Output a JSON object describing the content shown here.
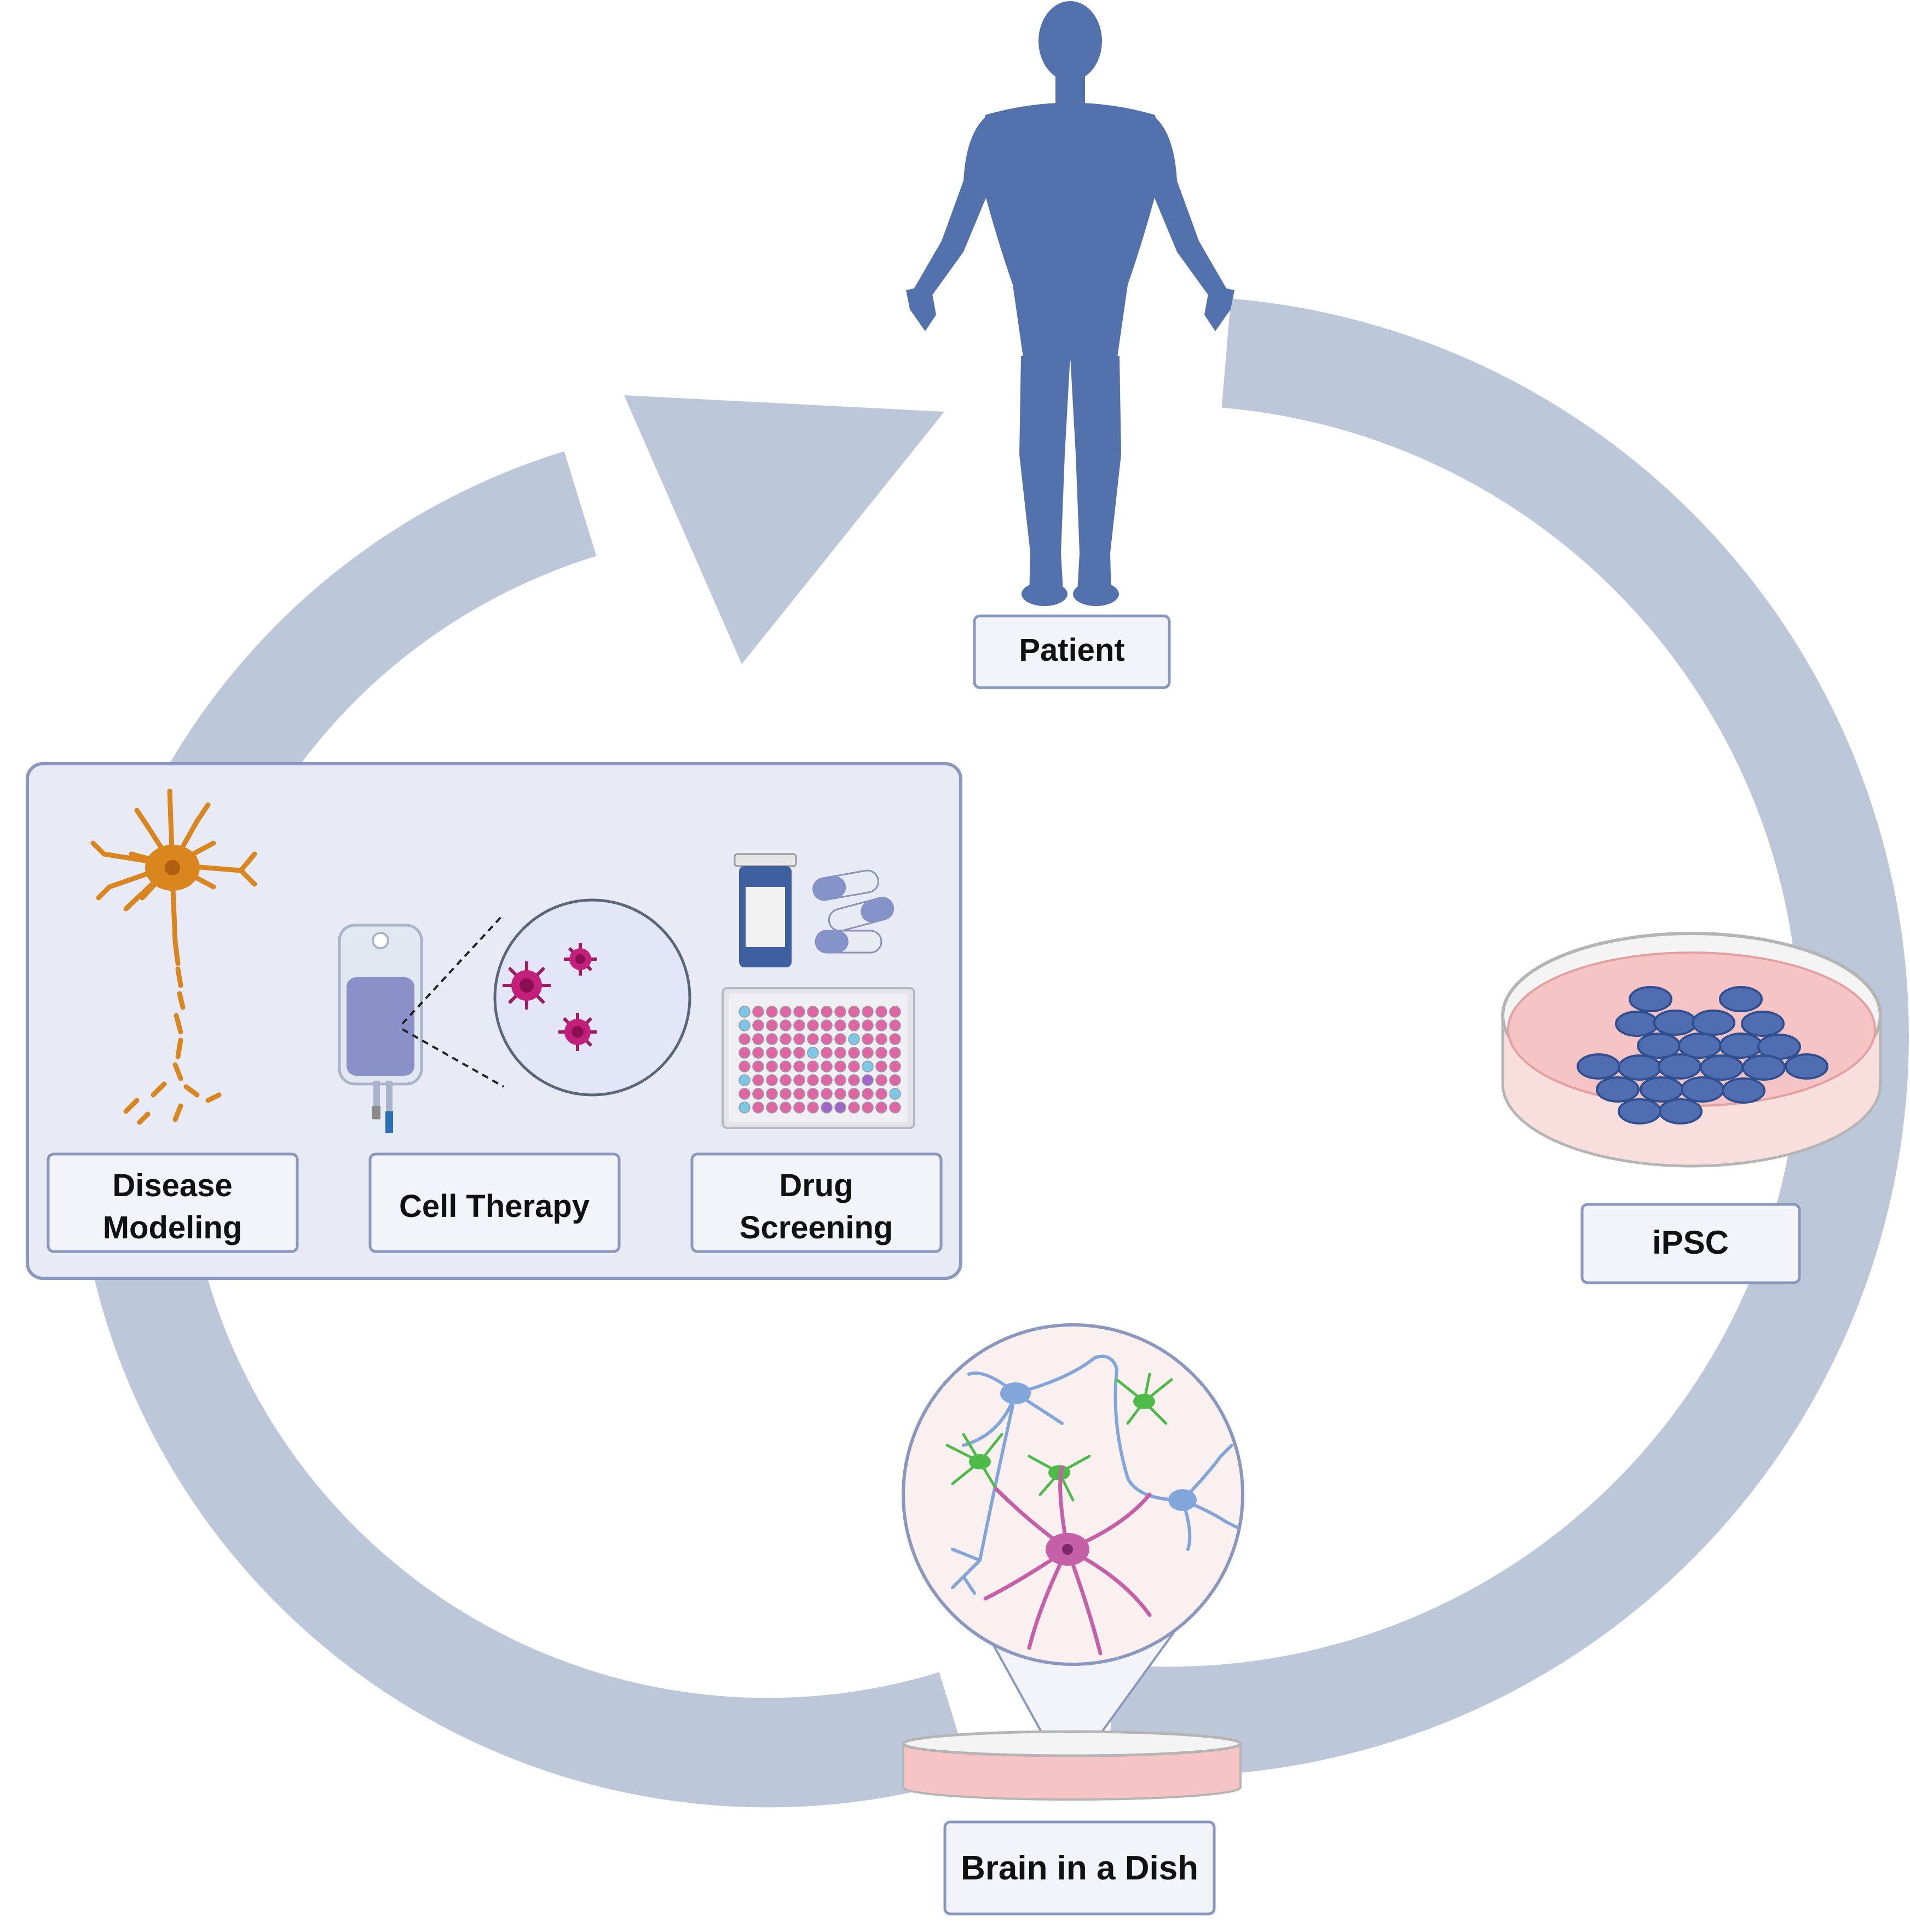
{
  "labels": {
    "patient": "Patient",
    "ipsc": "iPSC",
    "brain_in_a_dish": "Brain in a Dish",
    "disease_modeling_line1": "Disease",
    "disease_modeling_line2": "Modeling",
    "cell_therapy": "Cell Therapy",
    "drug_screening_line1": "Drug",
    "drug_screening_line2": "Screening"
  },
  "colors": {
    "cycle_arrow": "#bcc8da",
    "patient_body": "#5372ad",
    "label_border": "#8a98bf",
    "label_fill": "#f2f4fa",
    "panel_fill": "#e8ebf6",
    "panel_border": "#8a98bf",
    "neuron_orange": "#d9861f",
    "ipsc_cell": "#4f6db0",
    "dish_pink": "#f6c4c4",
    "astro_green": "#4dbb48",
    "neuron_blue": "#82a6d9",
    "neuron_magenta": "#c560a6",
    "plate_pink": "#e066a3",
    "plate_blue": "#7dc7e6",
    "plate_purple": "#a066c8"
  },
  "icons": [
    "patient-body-icon",
    "ipsc-petri-dish-icon",
    "brain-in-dish-icon",
    "neuron-icon",
    "iv-bag-icon",
    "cells-magnify-icon",
    "pill-bottle-icon",
    "capsule-icon",
    "well-plate-icon"
  ]
}
